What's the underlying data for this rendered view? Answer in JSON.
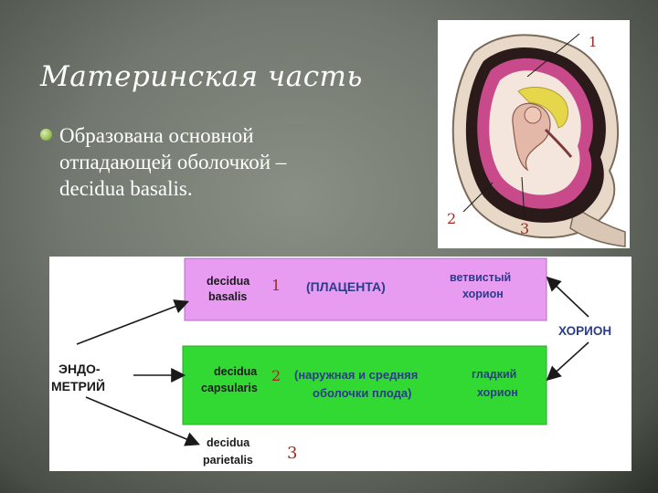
{
  "slide": {
    "title": "Материнская часть",
    "bullet_lines": [
      "Образована основной",
      "отпадающей оболочкой –",
      "decidua basalis."
    ]
  },
  "figure": {
    "labels": [
      "1",
      "2",
      "3"
    ]
  },
  "schema": {
    "left_label_lines": [
      "ЭНДО-",
      "МЕТРИЙ"
    ],
    "right_label": "ХОРИОН",
    "rows": [
      {
        "latin": [
          "decidua",
          "basalis"
        ],
        "number": "1",
        "center": [
          "(ПЛАЦЕНТА)"
        ],
        "right": [
          "ветвистый",
          "хорион"
        ]
      },
      {
        "latin": [
          "decidua",
          "capsularis"
        ],
        "number": "2",
        "center": [
          "(наружная и средняя",
          "оболочки плода)"
        ],
        "right": [
          "гладкий",
          "хорион"
        ]
      },
      {
        "latin": [
          "decidua",
          "parietalis"
        ],
        "number": "3"
      }
    ],
    "colors": {
      "pink_box": "#e79cf2",
      "green_box": "#33d933",
      "arrow": "#1a1a1a",
      "number": "#9b2a23",
      "label_blue": "#2a3c8a"
    }
  }
}
